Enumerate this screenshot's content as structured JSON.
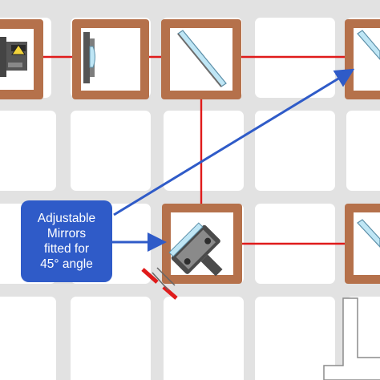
{
  "callout": {
    "lines": [
      "Adjustable",
      "Mirrors",
      "fitted for",
      "45° angle"
    ]
  },
  "colors": {
    "background": "#e2e2e2",
    "grid_cell": "#ffffff",
    "module_frame": "#b5714b",
    "beam": "#e01b1b",
    "arrow": "#2f5bc8",
    "callout_fill": "#2f5bc8",
    "callout_text": "#ffffff",
    "component": "#7d7d7d",
    "optic_glass": "#bfe6f5",
    "mount_marker": "#e01b1b"
  },
  "modules": [
    {
      "name": "laser-module",
      "component": "laser-source"
    },
    {
      "name": "lens-module",
      "component": "lens"
    },
    {
      "name": "beam-splitter-module",
      "component": "beam-splitter"
    },
    {
      "name": "top-right-mirror-module",
      "component": "mirror"
    },
    {
      "name": "adjustable-mirror-module",
      "component": "adjustable-mirror"
    },
    {
      "name": "bottom-right-module",
      "component": "mirror"
    }
  ]
}
